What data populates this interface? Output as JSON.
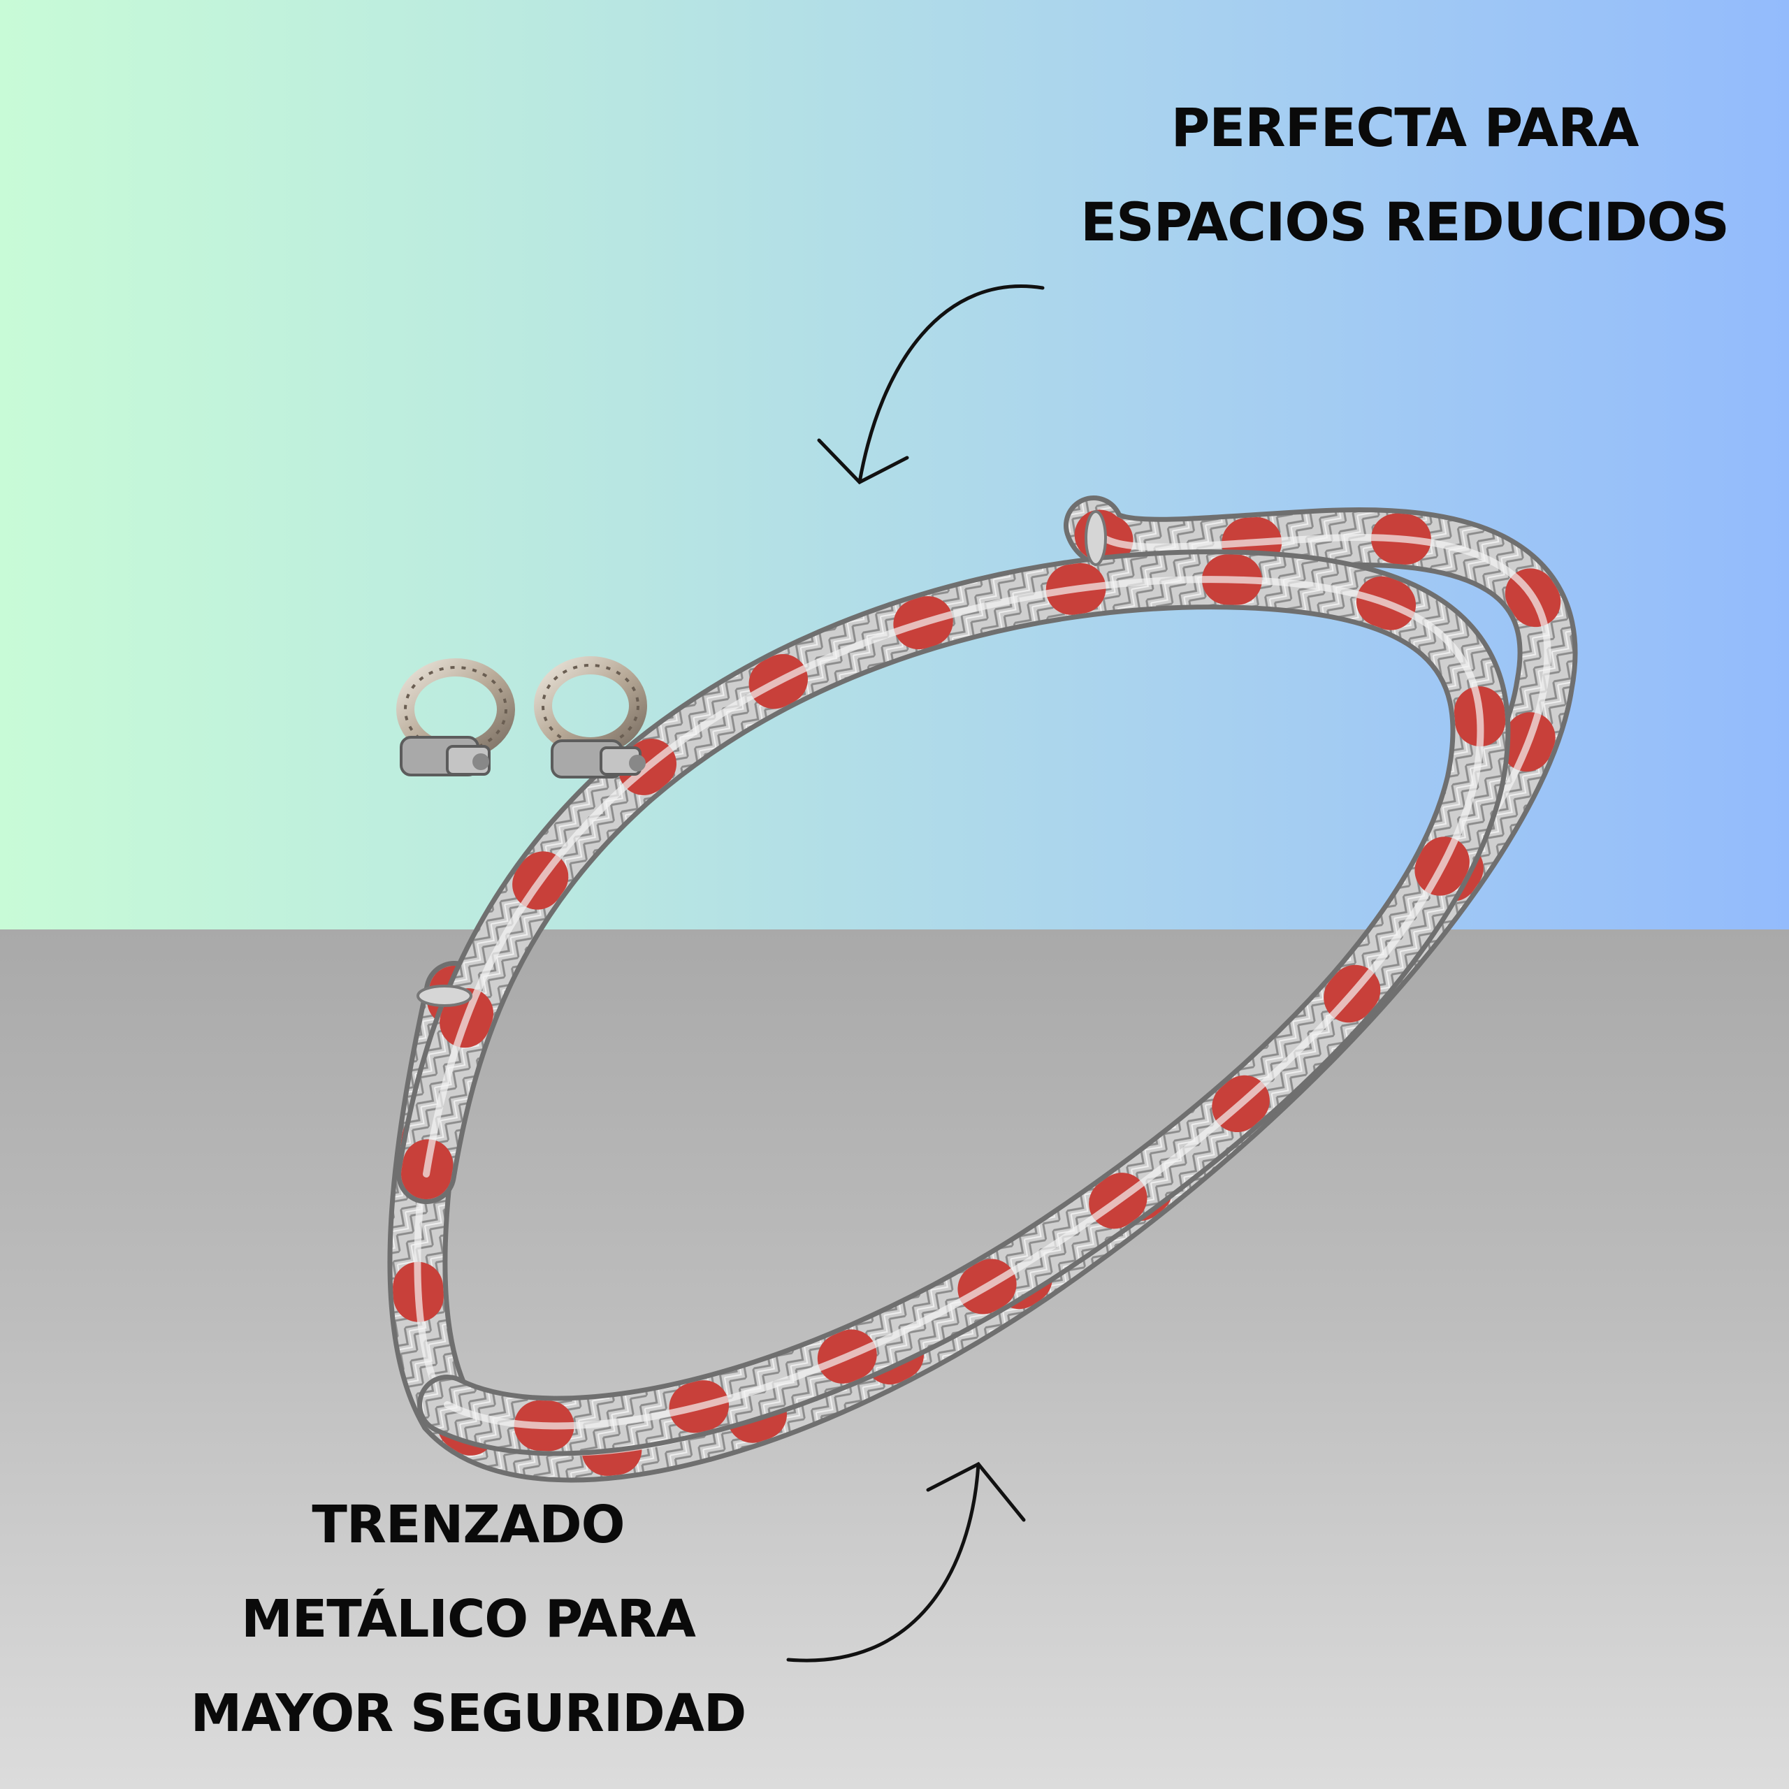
{
  "captions": {
    "top": [
      "PERFECTA PARA",
      "ESPACIOS REDUCIDOS"
    ],
    "bottom": [
      "TRENZADO",
      "METÁLICO PARA",
      "MAYOR SEGURIDAD"
    ]
  },
  "colors": {
    "gradient_left": "#c8fbd7",
    "gradient_right": "#93bbfc",
    "floor": "#b5b5b5",
    "hose_steel": "#c9c9c9",
    "hose_red_thread": "#c8403a",
    "text": "#0a0a0a"
  },
  "objects": [
    "braided-steel-hose",
    "hose-clamp",
    "hose-clamp",
    "curved-arrow",
    "curved-arrow"
  ]
}
